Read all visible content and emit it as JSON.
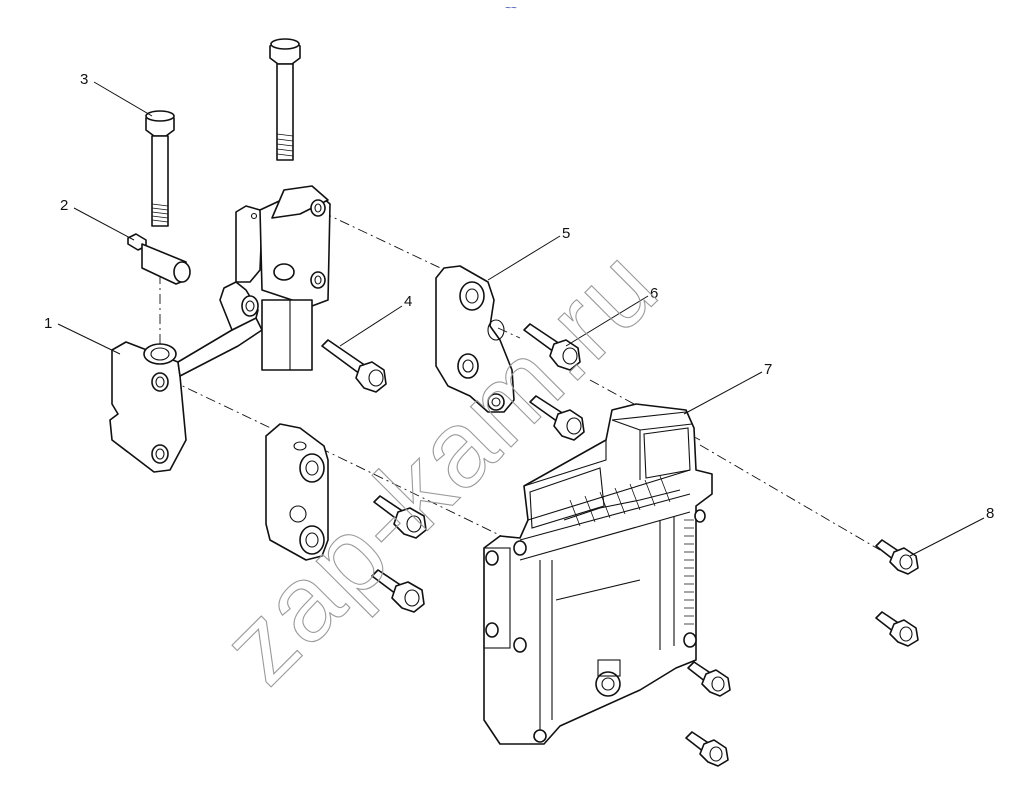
{
  "diagram": {
    "header_mark": "~~",
    "callouts": [
      {
        "id": "c1",
        "label": "1"
      },
      {
        "id": "c2",
        "label": "2"
      },
      {
        "id": "c3",
        "label": "3"
      },
      {
        "id": "c4",
        "label": "4"
      },
      {
        "id": "c5",
        "label": "5"
      },
      {
        "id": "c6",
        "label": "6"
      },
      {
        "id": "c7",
        "label": "7"
      },
      {
        "id": "c8",
        "label": "8"
      }
    ],
    "watermark": "zap-kam.ru",
    "colors": {
      "line": "#111111",
      "watermark": "#9a9a9a",
      "header_mark": "#2a3fa8",
      "background": "#ffffff"
    }
  }
}
